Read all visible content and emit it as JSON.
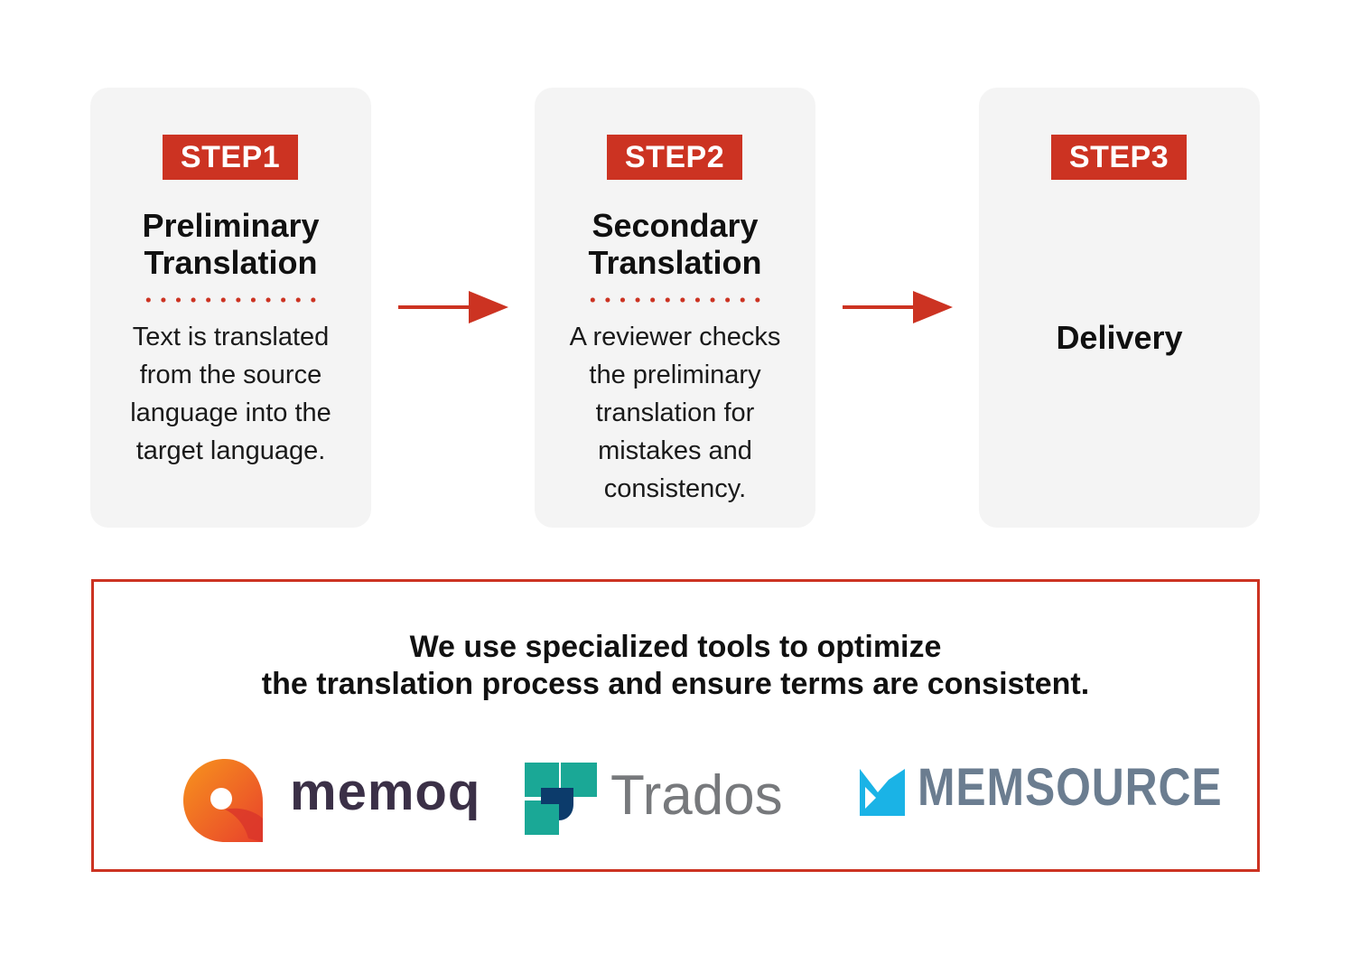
{
  "steps": [
    {
      "badge": "STEP1",
      "title_lines": [
        "Preliminary",
        "Translation"
      ],
      "description_lines": [
        "Text is translated",
        "from the source",
        "language into the",
        "target language."
      ]
    },
    {
      "badge": "STEP2",
      "title_lines": [
        "Secondary",
        "Translation"
      ],
      "description_lines": [
        "A reviewer checks",
        "the preliminary",
        "translation for",
        "mistakes and",
        "consistency."
      ]
    },
    {
      "badge": "STEP3",
      "label": "Delivery"
    }
  ],
  "tools": {
    "heading_lines": [
      "We use specialized tools to optimize",
      "the translation process and ensure terms are consistent."
    ],
    "logos": [
      {
        "name": "memoq",
        "icon": "memoq-logo-icon"
      },
      {
        "name": "Trados",
        "icon": "trados-logo-icon"
      },
      {
        "name": "MEMSOURCE",
        "icon": "memsource-logo-icon"
      }
    ]
  },
  "colors": {
    "accent_red": "#cc3322",
    "card_background": "#f4f4f4",
    "memoq_orange": "#f05a28",
    "trados_teal": "#1aa896",
    "trados_navy": "#0c3b6b",
    "memsource_blue": "#1ab3e6"
  }
}
